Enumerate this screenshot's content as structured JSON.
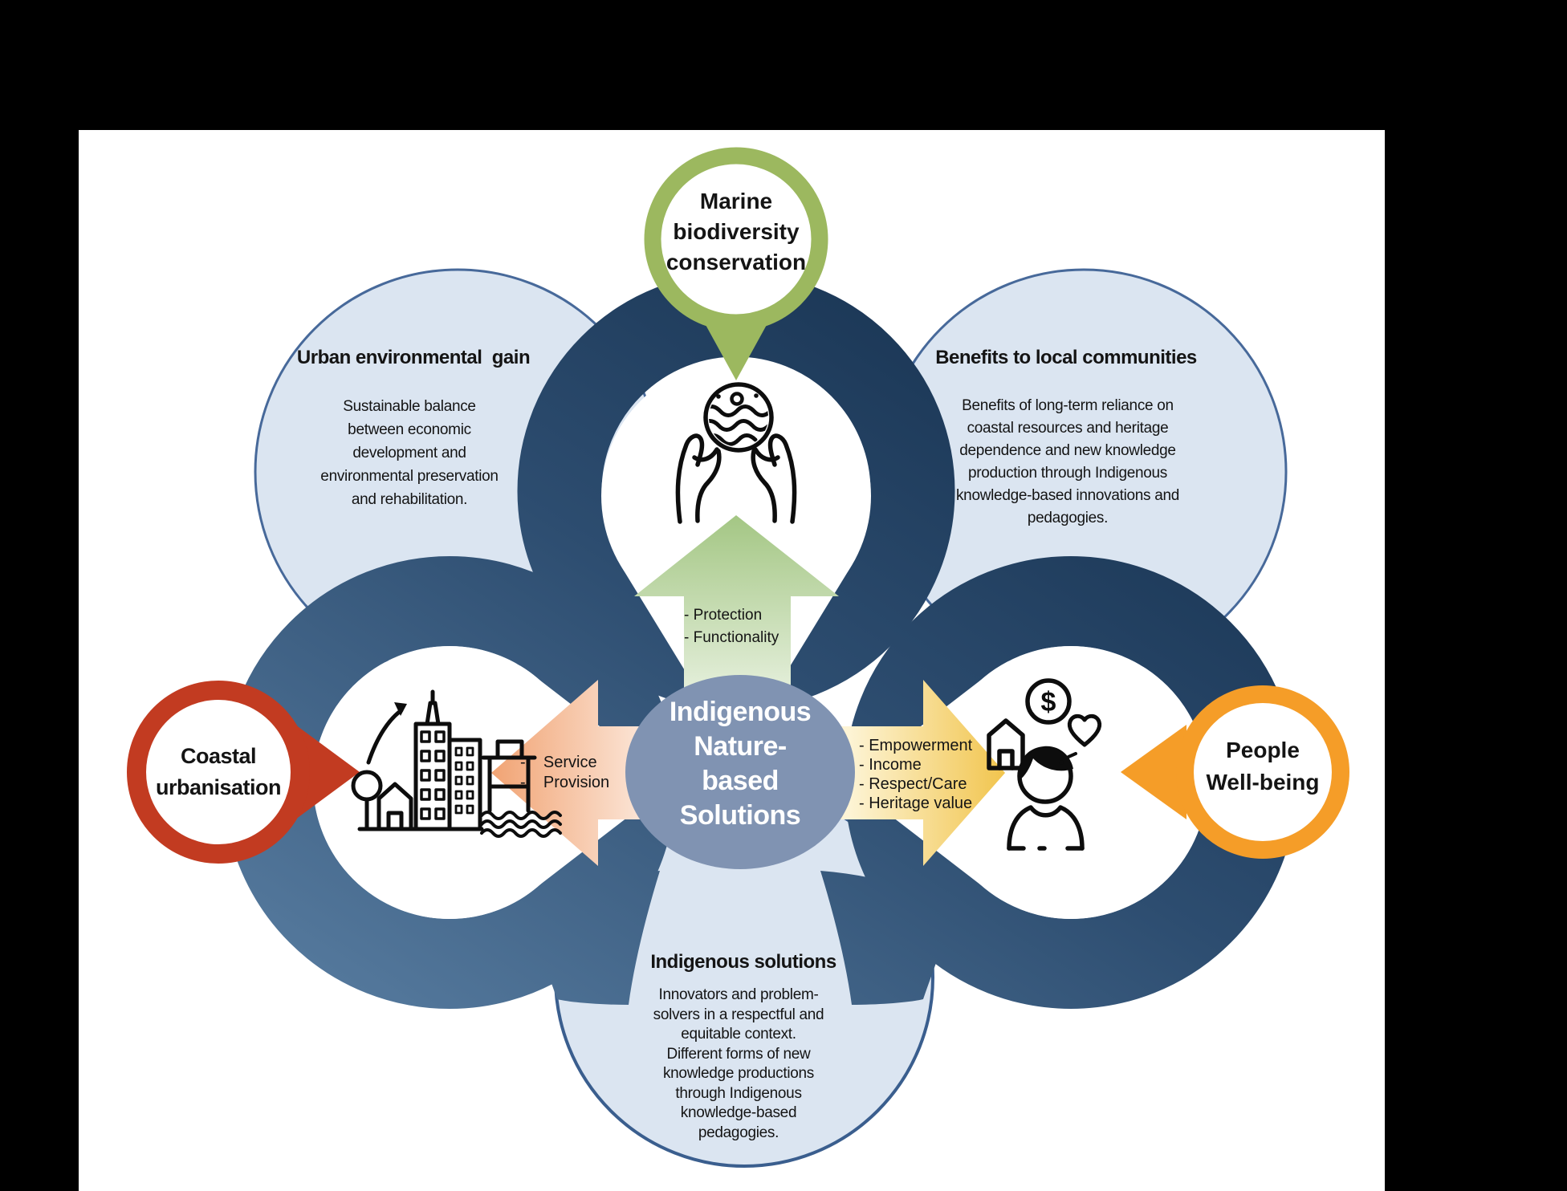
{
  "colors": {
    "dark_ring_start": "#1b3757",
    "dark_ring_end": "#567b9f",
    "light_circle_fill": "#dbe5f1",
    "light_circle_stroke": "#47699a",
    "center_fill": "#8093b2",
    "marine_green": "#9cb85f",
    "coastal_red": "#c23b21",
    "wellbeing_orange": "#f59d28"
  },
  "pins": {
    "marine": {
      "label": "Marine\nbiodiversity\nconservation"
    },
    "coastal": {
      "label": "Coastal\nurbanisation"
    },
    "people": {
      "label": "People\nWell-being"
    }
  },
  "satellites": {
    "urban": {
      "title": "Urban environmental  gain",
      "body": "Sustainable balance\nbetween economic\ndevelopment and\nenvironmental preservation\nand rehabilitation."
    },
    "benefits": {
      "title": "Benefits to local communities",
      "body": "Benefits of long-term reliance on\ncoastal resources and heritage\ndependence and new knowledge\nproduction through Indigenous\nknowledge-based innovations and\npedagogies."
    },
    "solutions": {
      "title": "Indigenous solutions",
      "body": "Innovators and problem-\nsolvers in a respectful and\nequitable context.\nDifferent forms of new\nknowledge productions\nthrough Indigenous\nknowledge-based\npedagogies."
    }
  },
  "center": {
    "label": "Indigenous\nNature-\nbased\nSolutions"
  },
  "arrows": {
    "up": {
      "label": "- Protection\n- Functionality"
    },
    "left": {
      "label": "-    Service\n-    Provision"
    },
    "right": {
      "label": "- Empowerment\n- Income\n- Respect/Care\n- Heritage value"
    }
  },
  "icons": {
    "dollar": "$"
  }
}
